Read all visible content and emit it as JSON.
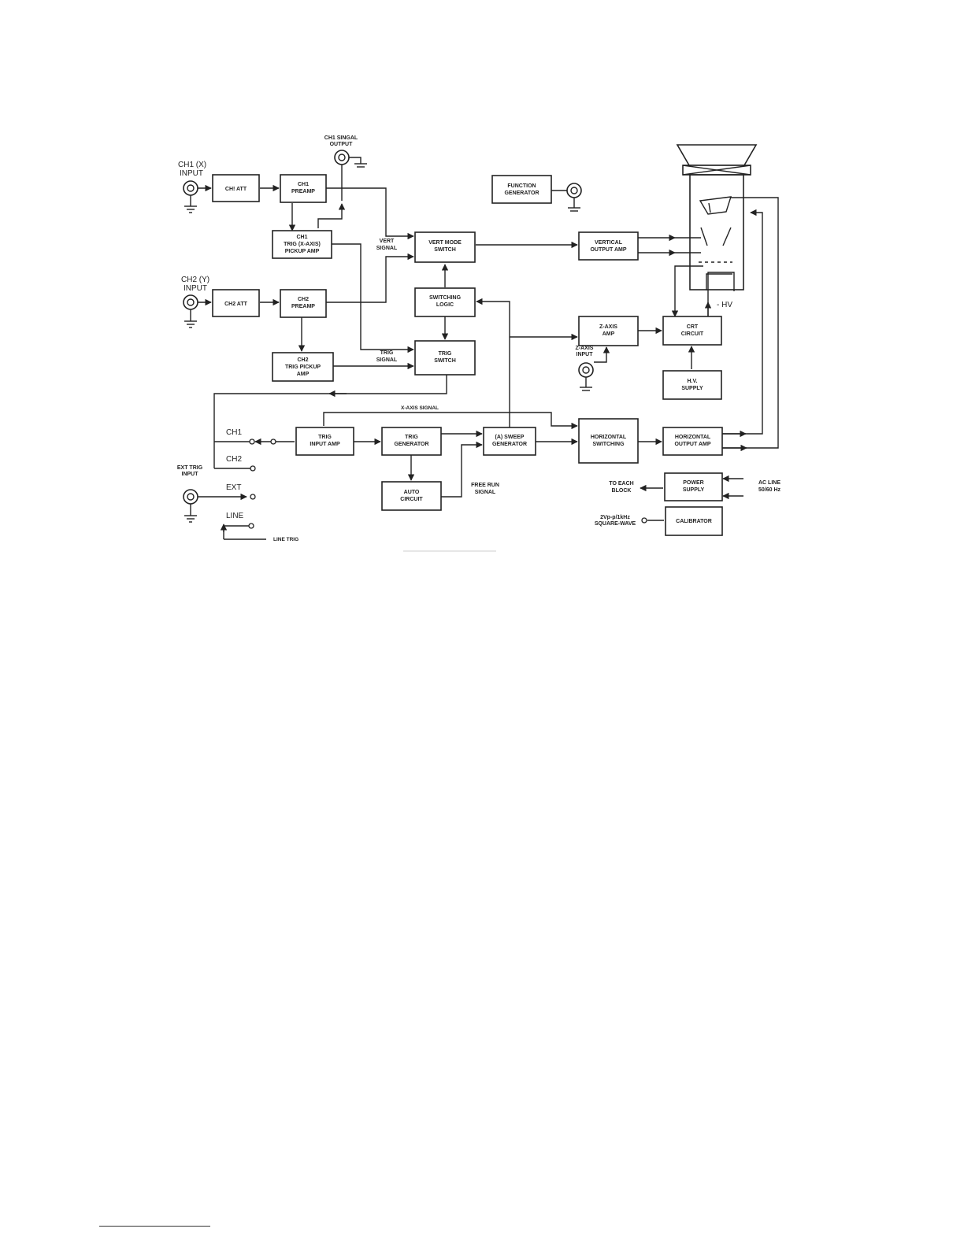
{
  "diagram": {
    "blocks": {
      "ch1_att": [
        "CH! ATT"
      ],
      "ch1_preamp": [
        "CH1",
        "PREAMP"
      ],
      "ch1_trig_pickup": [
        "CH1",
        "TRIG (X-AXIS)",
        "PICKUP AMP"
      ],
      "ch2_att": [
        "CH2 ATT"
      ],
      "ch2_preamp": [
        "CH2",
        "PREAMP"
      ],
      "ch2_trig_pickup": [
        "CH2",
        "TRIG PICKUP",
        "AMP"
      ],
      "vert_mode_switch": [
        "VERT MODE",
        "SWITCH"
      ],
      "switching_logic": [
        "SWITCHING",
        "LOGIC"
      ],
      "trig_switch": [
        "TRIG",
        "SWITCH"
      ],
      "function_generator": [
        "FUNCTION",
        "GENERATOR"
      ],
      "vertical_output_amp": [
        "VERTICAL",
        "OUTPUT AMP"
      ],
      "z_axis_amp": [
        "Z-AXIS",
        "AMP"
      ],
      "crt_circuit": [
        "CRT",
        "CIRCUIT"
      ],
      "hv_supply": [
        "H.V.",
        "SUPPLY"
      ],
      "trig_input_amp": [
        "TRIG",
        "INPUT AMP"
      ],
      "trig_generator": [
        "TRIG",
        "GENERATOR"
      ],
      "sweep_generator": [
        "(A) SWEEP",
        "GENERATOR"
      ],
      "horizontal_switching": [
        "HORIZONTAL",
        "SWITCHING"
      ],
      "horizontal_output_amp": [
        "HORIZONTAL",
        "OUTPUT AMP"
      ],
      "auto_circuit": [
        "AUTO",
        "CIRCUIT"
      ],
      "power_supply": [
        "POWER",
        "SUPPLY"
      ],
      "calibrator": [
        "CALIBRATOR"
      ]
    },
    "labels": {
      "ch1_input": [
        "CH1 (X)",
        "INPUT"
      ],
      "ch2_input": [
        "CH2 (Y)",
        "INPUT"
      ],
      "ch1_signal_output": [
        "CH1 SINGAL",
        "OUTPUT"
      ],
      "vert_signal": [
        "VERT",
        "SIGNAL"
      ],
      "trig_signal": [
        "TRIG",
        "SIGNAL"
      ],
      "z_axis_input": [
        "Z-AXIS",
        "INPUT"
      ],
      "hv": "- HV",
      "x_axis_signal": "X-AXIS SIGNAL",
      "ch1": "CH1",
      "ch2": "CH2",
      "ext_trig_input": [
        "EXT TRIG",
        "INPUT"
      ],
      "ext": "EXT",
      "line": "LINE",
      "line_trig": "LINE TRIG",
      "free_run_signal": [
        "FREE RUN",
        "SIGNAL"
      ],
      "to_each_block": [
        "TO EACH",
        "BLOCK"
      ],
      "ac_line": [
        "AC LINE",
        "50/60 Hz"
      ],
      "calibrator_output": [
        "2Vp-p/1kHz",
        "SQUARE-WAVE"
      ]
    }
  }
}
